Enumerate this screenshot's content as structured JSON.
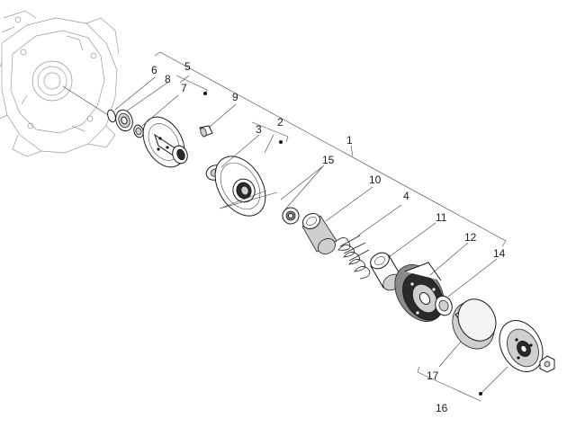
{
  "callouts": [
    {
      "id": "c1",
      "label": "1"
    },
    {
      "id": "c2",
      "label": "2"
    },
    {
      "id": "c3",
      "label": "3"
    },
    {
      "id": "c4",
      "label": "4"
    },
    {
      "id": "c5",
      "label": "5"
    },
    {
      "id": "c6",
      "label": "6"
    },
    {
      "id": "c7",
      "label": "7"
    },
    {
      "id": "c8",
      "label": "8"
    },
    {
      "id": "c9",
      "label": "9"
    },
    {
      "id": "c10",
      "label": "10"
    },
    {
      "id": "c11",
      "label": "11"
    },
    {
      "id": "c12",
      "label": "12"
    },
    {
      "id": "c14",
      "label": "14"
    },
    {
      "id": "c15",
      "label": "15"
    },
    {
      "id": "c16",
      "label": "16"
    },
    {
      "id": "c17",
      "label": "17"
    }
  ]
}
